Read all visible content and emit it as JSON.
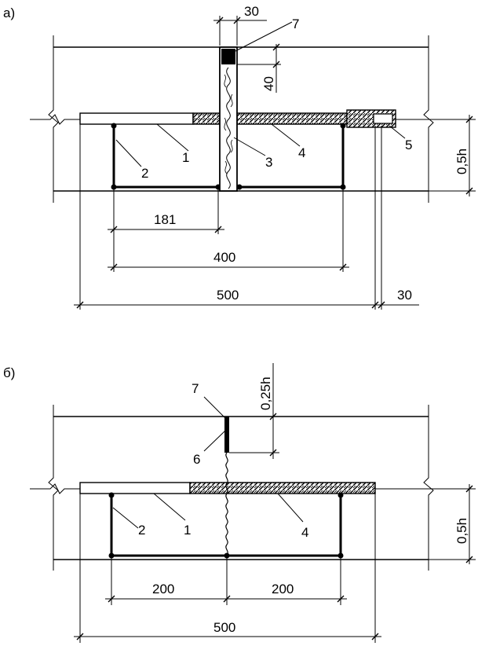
{
  "diagram_a": {
    "panel_label": "а)",
    "dims": {
      "top_width": "30",
      "seal_depth": "40",
      "span_181": "181",
      "span_400": "400",
      "span_500": "500",
      "offset_30": "30",
      "height_half": "0,5h"
    },
    "callouts": {
      "c1": "1",
      "c2": "2",
      "c3": "3",
      "c4": "4",
      "c5": "5",
      "c7": "7"
    }
  },
  "diagram_b": {
    "panel_label": "б)",
    "dims": {
      "depth_quarter": "0,25h",
      "span_200_left": "200",
      "span_200_right": "200",
      "span_500": "500",
      "height_half": "0,5h"
    },
    "callouts": {
      "c1": "1",
      "c2": "2",
      "c4": "4",
      "c6": "6",
      "c7": "7"
    }
  }
}
